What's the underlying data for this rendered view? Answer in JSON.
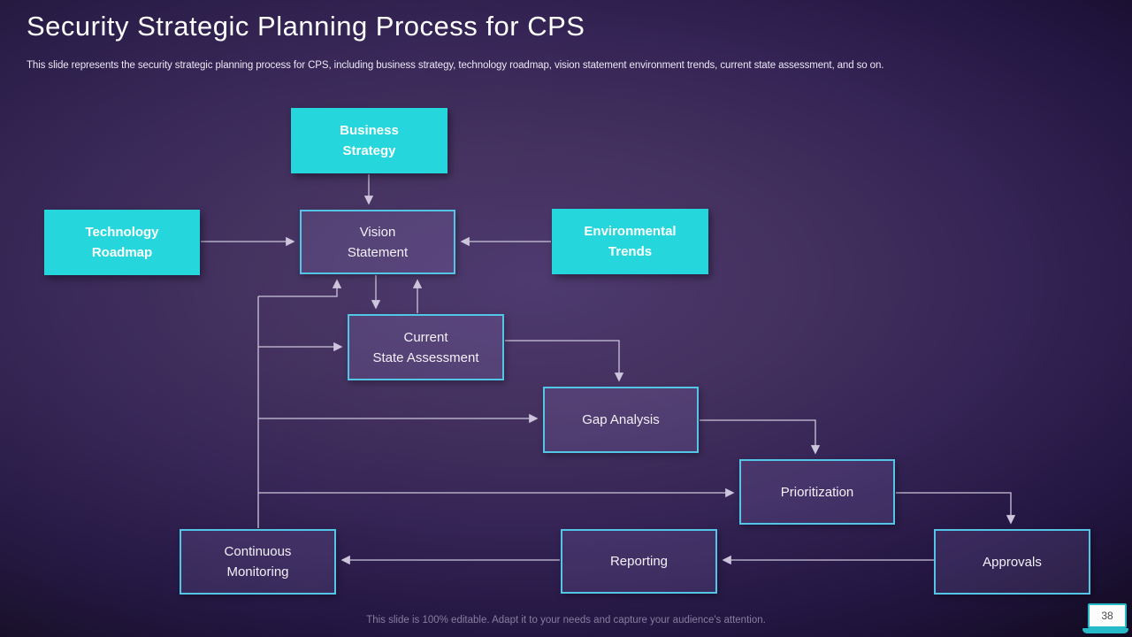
{
  "slide": {
    "title": "Security Strategic Planning Process for CPS",
    "subtitle": "This slide represents the security strategic planning process for CPS, including business strategy, technology roadmap, vision statement environment trends, current state assessment, and so on.",
    "footer_note": "This slide is 100% editable. Adapt it to your needs and capture your audience's attention.",
    "page_number": "38"
  },
  "colors": {
    "accent_cyan": "#25d7dd",
    "box_border_blue": "#53c6e8",
    "arrow": "#ccc5dc",
    "background_center": "#4e3a6f",
    "background_edge": "#140c25",
    "badge_teal": "#27bac8"
  },
  "flowchart": {
    "nodes": [
      {
        "id": "business-strategy",
        "line1": "Business",
        "line2": "Strategy",
        "style": "cyan"
      },
      {
        "id": "technology-roadmap",
        "line1": "Technology",
        "line2": "Roadmap",
        "style": "cyan"
      },
      {
        "id": "environmental-trends",
        "line1": "Environmental",
        "line2": "Trends",
        "style": "cyan"
      },
      {
        "id": "vision-statement",
        "line1": "Vision",
        "line2": "Statement",
        "style": "dark"
      },
      {
        "id": "current-state-assessment",
        "line1": "Current",
        "line2": "State Assessment",
        "style": "dark"
      },
      {
        "id": "gap-analysis",
        "line1": "Gap Analysis",
        "line2": "",
        "style": "dark"
      },
      {
        "id": "prioritization",
        "line1": "Prioritization",
        "line2": "",
        "style": "dark"
      },
      {
        "id": "continuous-monitoring",
        "line1": "Continuous",
        "line2": "Monitoring",
        "style": "dark"
      },
      {
        "id": "reporting",
        "line1": "Reporting",
        "line2": "",
        "style": "dark"
      },
      {
        "id": "approvals",
        "line1": "Approvals",
        "line2": "",
        "style": "dark"
      }
    ],
    "edges": [
      {
        "from": "business-strategy",
        "to": "vision-statement"
      },
      {
        "from": "technology-roadmap",
        "to": "vision-statement"
      },
      {
        "from": "environmental-trends",
        "to": "vision-statement"
      },
      {
        "from": "vision-statement",
        "to": "current-state-assessment"
      },
      {
        "from": "current-state-assessment",
        "to": "vision-statement"
      },
      {
        "from": "current-state-assessment",
        "to": "gap-analysis"
      },
      {
        "from": "gap-analysis",
        "to": "prioritization"
      },
      {
        "from": "prioritization",
        "to": "approvals"
      },
      {
        "from": "approvals",
        "to": "reporting"
      },
      {
        "from": "reporting",
        "to": "continuous-monitoring"
      },
      {
        "from": "continuous-monitoring",
        "to": "vision-statement"
      },
      {
        "from": "continuous-monitoring",
        "to": "current-state-assessment"
      },
      {
        "from": "continuous-monitoring",
        "to": "gap-analysis"
      },
      {
        "from": "continuous-monitoring",
        "to": "prioritization"
      }
    ]
  }
}
